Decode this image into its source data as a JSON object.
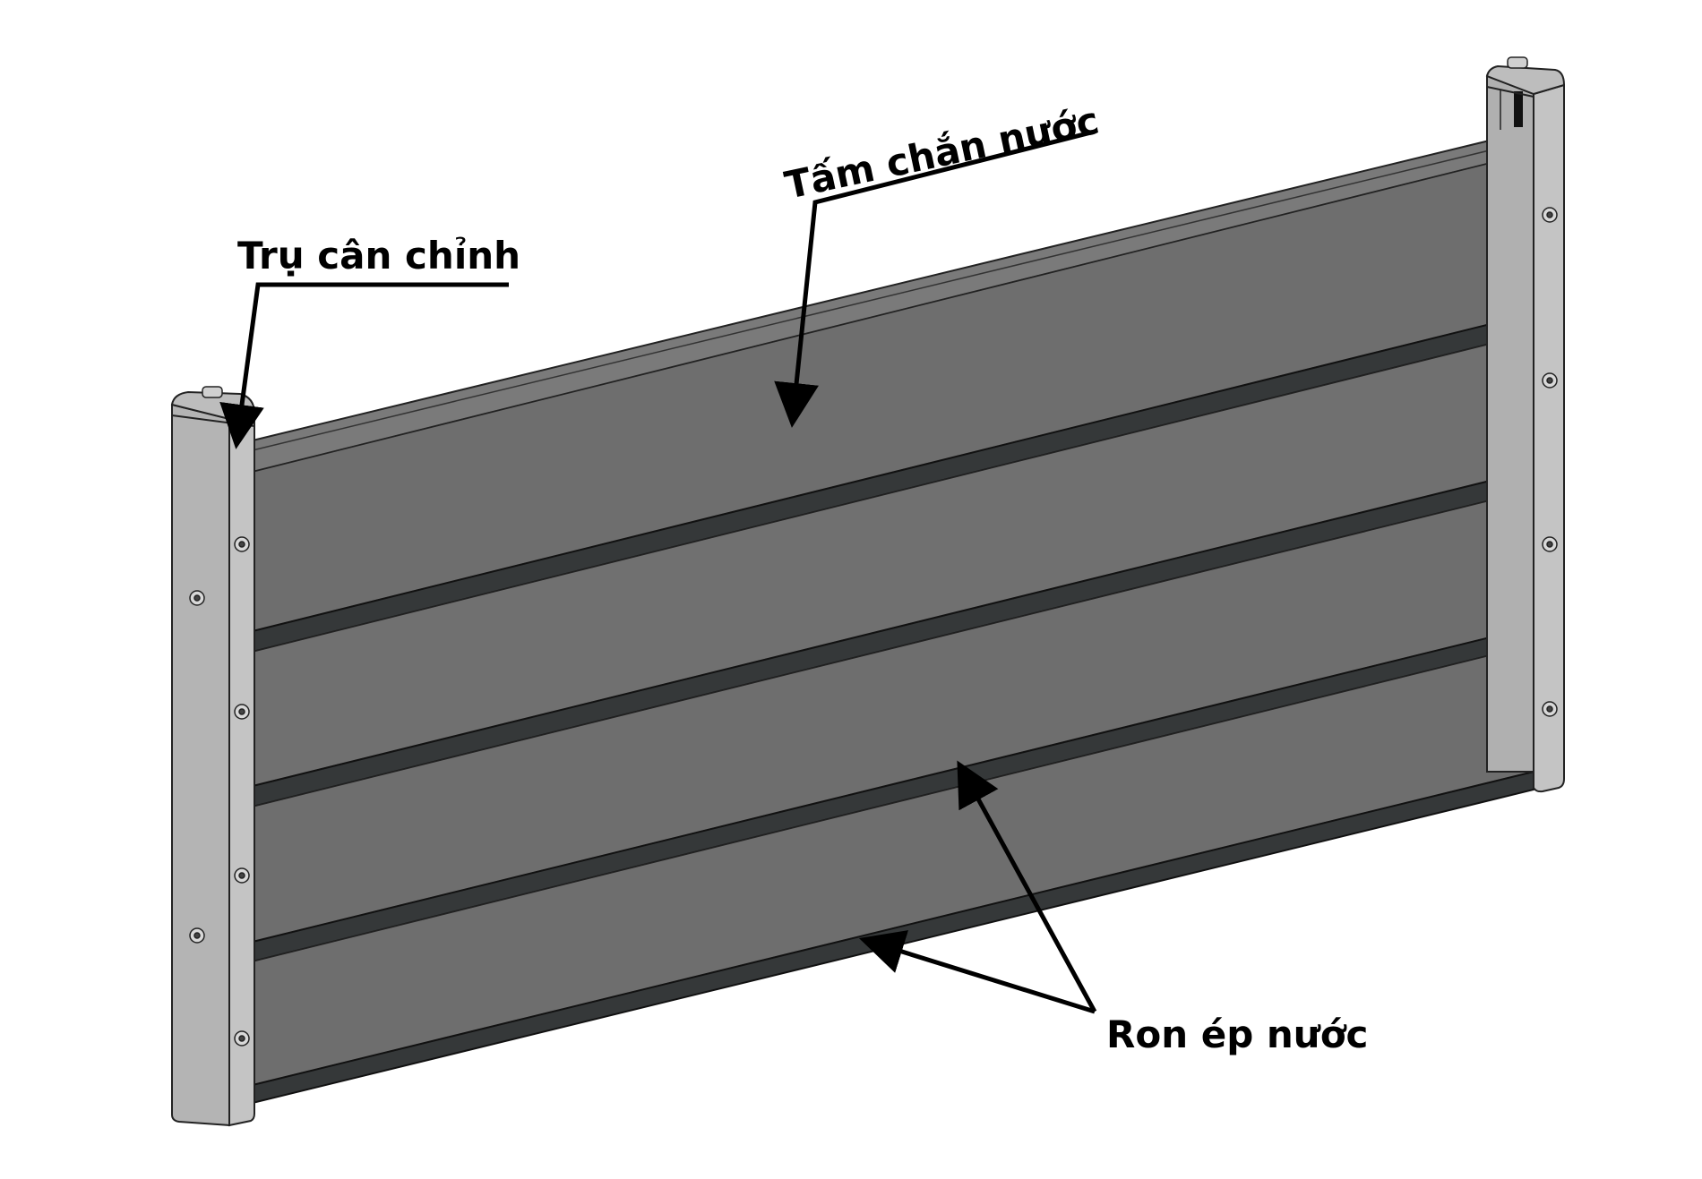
{
  "title": "Flood barrier assembly diagram",
  "labels": {
    "post": "Trụ cân chỉnh",
    "panel": "Tấm chắn nước",
    "seal": "Ron ép nước"
  },
  "components": [
    {
      "id": "post",
      "name": "Trụ cân chỉnh",
      "count": 2
    },
    {
      "id": "panel",
      "name": "Tấm chắn nước",
      "count": 4
    },
    {
      "id": "seal",
      "name": "Ron ép nước",
      "count": 4
    }
  ],
  "colors": {
    "background": "#ffffff",
    "panel": "#6e6e6e",
    "panel_top": "#7a7a7a",
    "seal": "#353839",
    "post": "#b4b4b4",
    "post_side": "#c4c4c4",
    "outline": "#000000",
    "annotation": "#000000"
  }
}
